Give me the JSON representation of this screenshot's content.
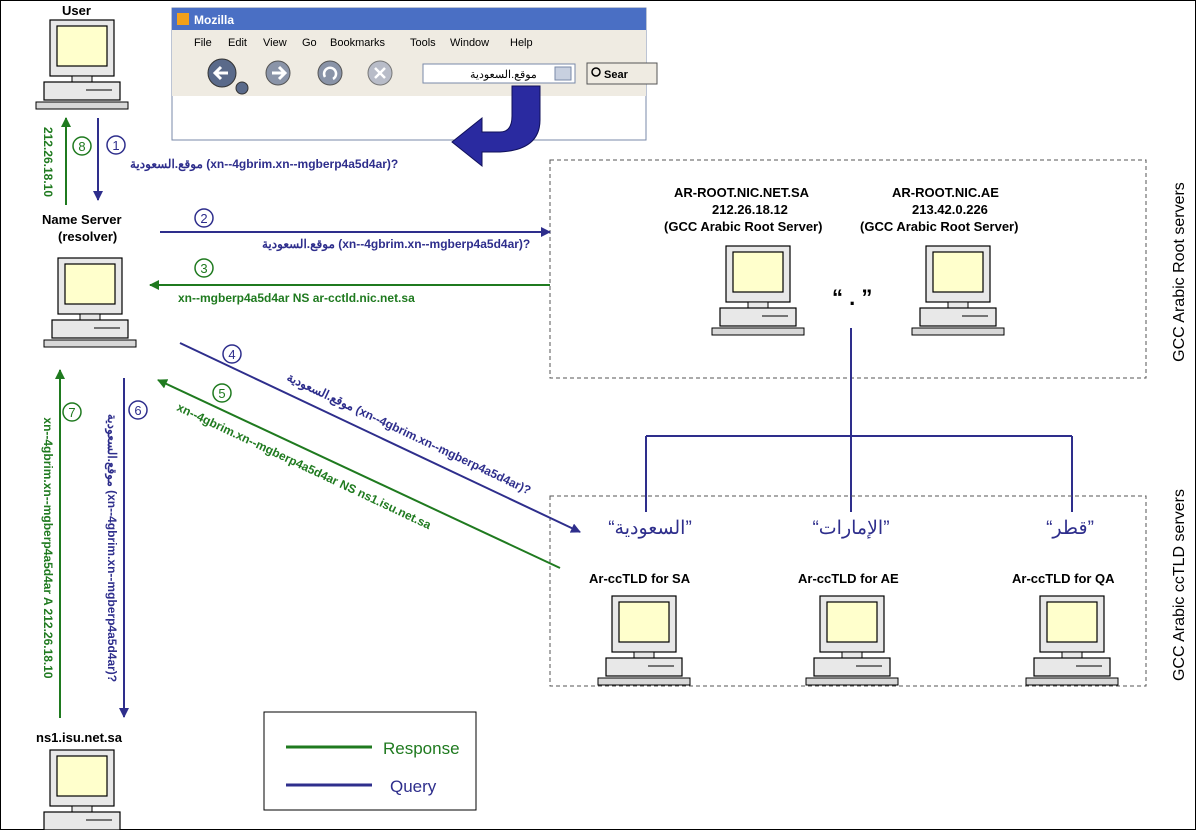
{
  "browser": {
    "title": "Mozilla",
    "menu": [
      "File",
      "Edit",
      "View",
      "Go",
      "Bookmarks",
      "Tools",
      "Window",
      "Help"
    ],
    "address": "موقع.السعودية",
    "search_label": "Sear"
  },
  "nodes": {
    "user": "User",
    "name_server_1": "Name Server",
    "name_server_2": "(resolver)",
    "ns1": "ns1.isu.net.sa",
    "root_sa_name": "AR-ROOT.NIC.NET.SA",
    "root_sa_ip": "212.26.18.12",
    "root_sa_desc": "(GCC Arabic Root Server)",
    "root_ae_name": "AR-ROOT.NIC.AE",
    "root_ae_ip": "213.42.0.226",
    "root_ae_desc": "(GCC Arabic Root Server)",
    "root_dot": "“ . ”",
    "tld_sa_label": "“السعودية”",
    "tld_ae_label": "“الإمارات”",
    "tld_qa_label": "“قطر”",
    "tld_sa": "Ar-ccTLD for SA",
    "tld_ae": "Ar-ccTLD for AE",
    "tld_qa": "Ar-ccTLD for QA"
  },
  "groups": {
    "root_servers": "GCC Arabic Root servers",
    "cctld_servers": "GCC Arabic ccTLD servers"
  },
  "steps": [
    {
      "num": "1",
      "text": "موقع.السعودية (xn--4gbrim.xn--mgberp4a5d4ar)?",
      "kind": "query"
    },
    {
      "num": "2",
      "text": "موقع.السعودية (xn--4gbrim.xn--mgberp4a5d4ar)?",
      "kind": "query"
    },
    {
      "num": "3",
      "text": "xn--mgberp4a5d4ar NS ar-cctld.nic.net.sa",
      "kind": "response"
    },
    {
      "num": "4",
      "text": "موقع.السعودية (xn--4gbrim.xn--mgberp4a5d4ar)?",
      "kind": "query"
    },
    {
      "num": "5",
      "text": "xn--4gbrim.xn--mgberp4a5d4ar NS ns1.isu.net.sa",
      "kind": "response"
    },
    {
      "num": "6",
      "text": "موقع.السعودية (xn--4gbrim.xn--mgberp4a5d4ar)?",
      "kind": "query"
    },
    {
      "num": "7",
      "text": "xn--4gbrim.xn--mgberp4a5d4ar A 212.26.18.10",
      "kind": "response"
    },
    {
      "num": "8",
      "text": "212.26.18.10",
      "kind": "response"
    }
  ],
  "legend": {
    "response": "Response",
    "query": "Query"
  },
  "colors": {
    "query": "#2e2e8c",
    "response": "#1f7a1f",
    "arrow_big": "#2a2aa0",
    "computer_screen": "#ffffcc"
  }
}
